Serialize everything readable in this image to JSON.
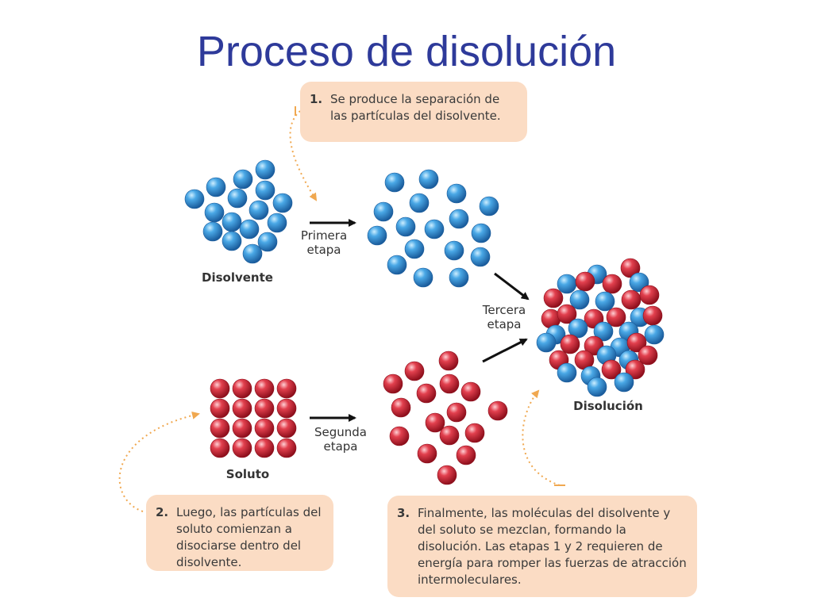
{
  "title": "Proceso de disolución",
  "notes": [
    {
      "num": "1.",
      "text": "Se produce la separación de las partículas del disolvente."
    },
    {
      "num": "2.",
      "text": "Luego, las partículas del soluto comienzan a disociarse dentro del disolvente."
    },
    {
      "num": "3.",
      "text": "Finalmente, las moléculas del disolvente y del soluto se mezclan, formando la disolución. Las etapas 1 y 2 requieren de energía para romper las fuerzas de atracción intermoleculares."
    }
  ],
  "labels": {
    "solvent": "Disolvente",
    "solute": "Soluto",
    "solution": "Disolución",
    "stage1": "Primera etapa",
    "stage2": "Segunda etapa",
    "stage3": "Tercera etapa"
  },
  "colors": {
    "title": "#2e3a9a",
    "solvent_particle": "#2f8fd6",
    "solute_particle": "#d9283a",
    "note_background": "#fbdcc4",
    "dotted_arrow": "#f0a850"
  }
}
